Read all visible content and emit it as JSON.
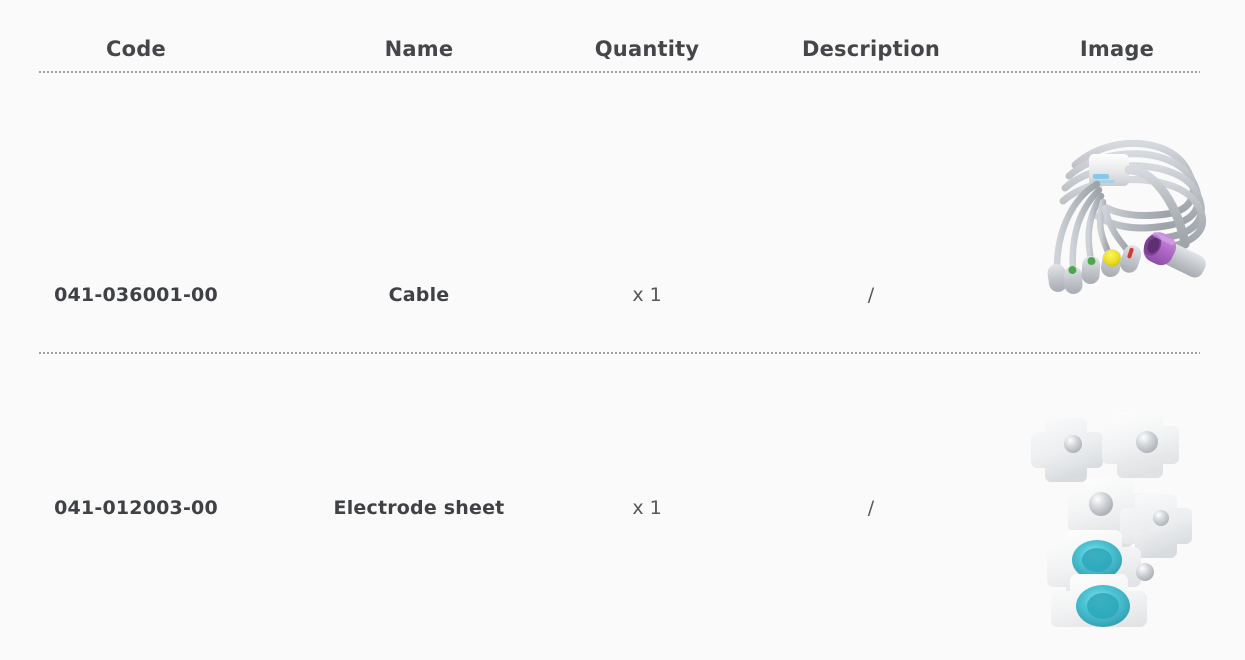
{
  "table": {
    "columns": [
      {
        "key": "code",
        "label": "Code"
      },
      {
        "key": "name",
        "label": "Name"
      },
      {
        "key": "quantity",
        "label": "Quantity"
      },
      {
        "key": "description",
        "label": "Description"
      },
      {
        "key": "image",
        "label": "Image"
      }
    ],
    "rows": [
      {
        "code": "041-036001-00",
        "name": "Cable",
        "quantity": "x 1",
        "description": "/",
        "image": {
          "icon": "ecg-lead-cable-image",
          "alt": "Coiled gray ECG lead cable with purple round connector and colored lead tips"
        }
      },
      {
        "code": "041-012003-00",
        "name": "Electrode sheet",
        "quantity": "x 1",
        "description": "/",
        "image": {
          "icon": "ecg-electrode-sheet-image",
          "alt": "Cluster of white disposable ECG electrode pads with snap studs and teal gel centers"
        }
      }
    ]
  },
  "style": {
    "background": "#fafafa",
    "header_text": "#444649",
    "body_text": "#3f4145",
    "muted_text": "#55575b",
    "separator": "#8a8c90",
    "cable_gray": "#b8bcc2",
    "connector_purple": "#b06fc8",
    "lead_yellow": "#f0e01e",
    "lead_green": "#4aa84a",
    "lead_red": "#cf3a34",
    "electrode_white": "#f2f3f4",
    "electrode_gel_teal": "#3fc0d0"
  }
}
